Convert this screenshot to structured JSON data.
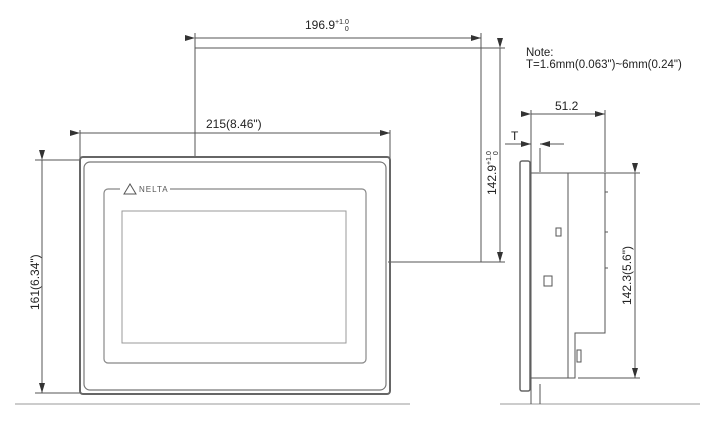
{
  "cutout": {
    "width": "196.9",
    "width_tol_upper": "+1.0",
    "width_tol_lower": "0",
    "height": "142.9",
    "height_tol_upper": "+1.0",
    "height_tol_lower": "0"
  },
  "front_view": {
    "width_label": "215(8.46\")",
    "height_label": "161(6.34\")",
    "logo_text": "NELTA"
  },
  "side_view": {
    "depth_label": "51.2",
    "thickness_label": "T",
    "height_label": "142.3(5.6\")"
  },
  "note": {
    "title": "Note:",
    "text": "T=1.6mm(0.063\")~6mm(0.24\")"
  },
  "colors": {
    "line": "#555555",
    "text": "#222222",
    "panel_edge": "#777777"
  }
}
